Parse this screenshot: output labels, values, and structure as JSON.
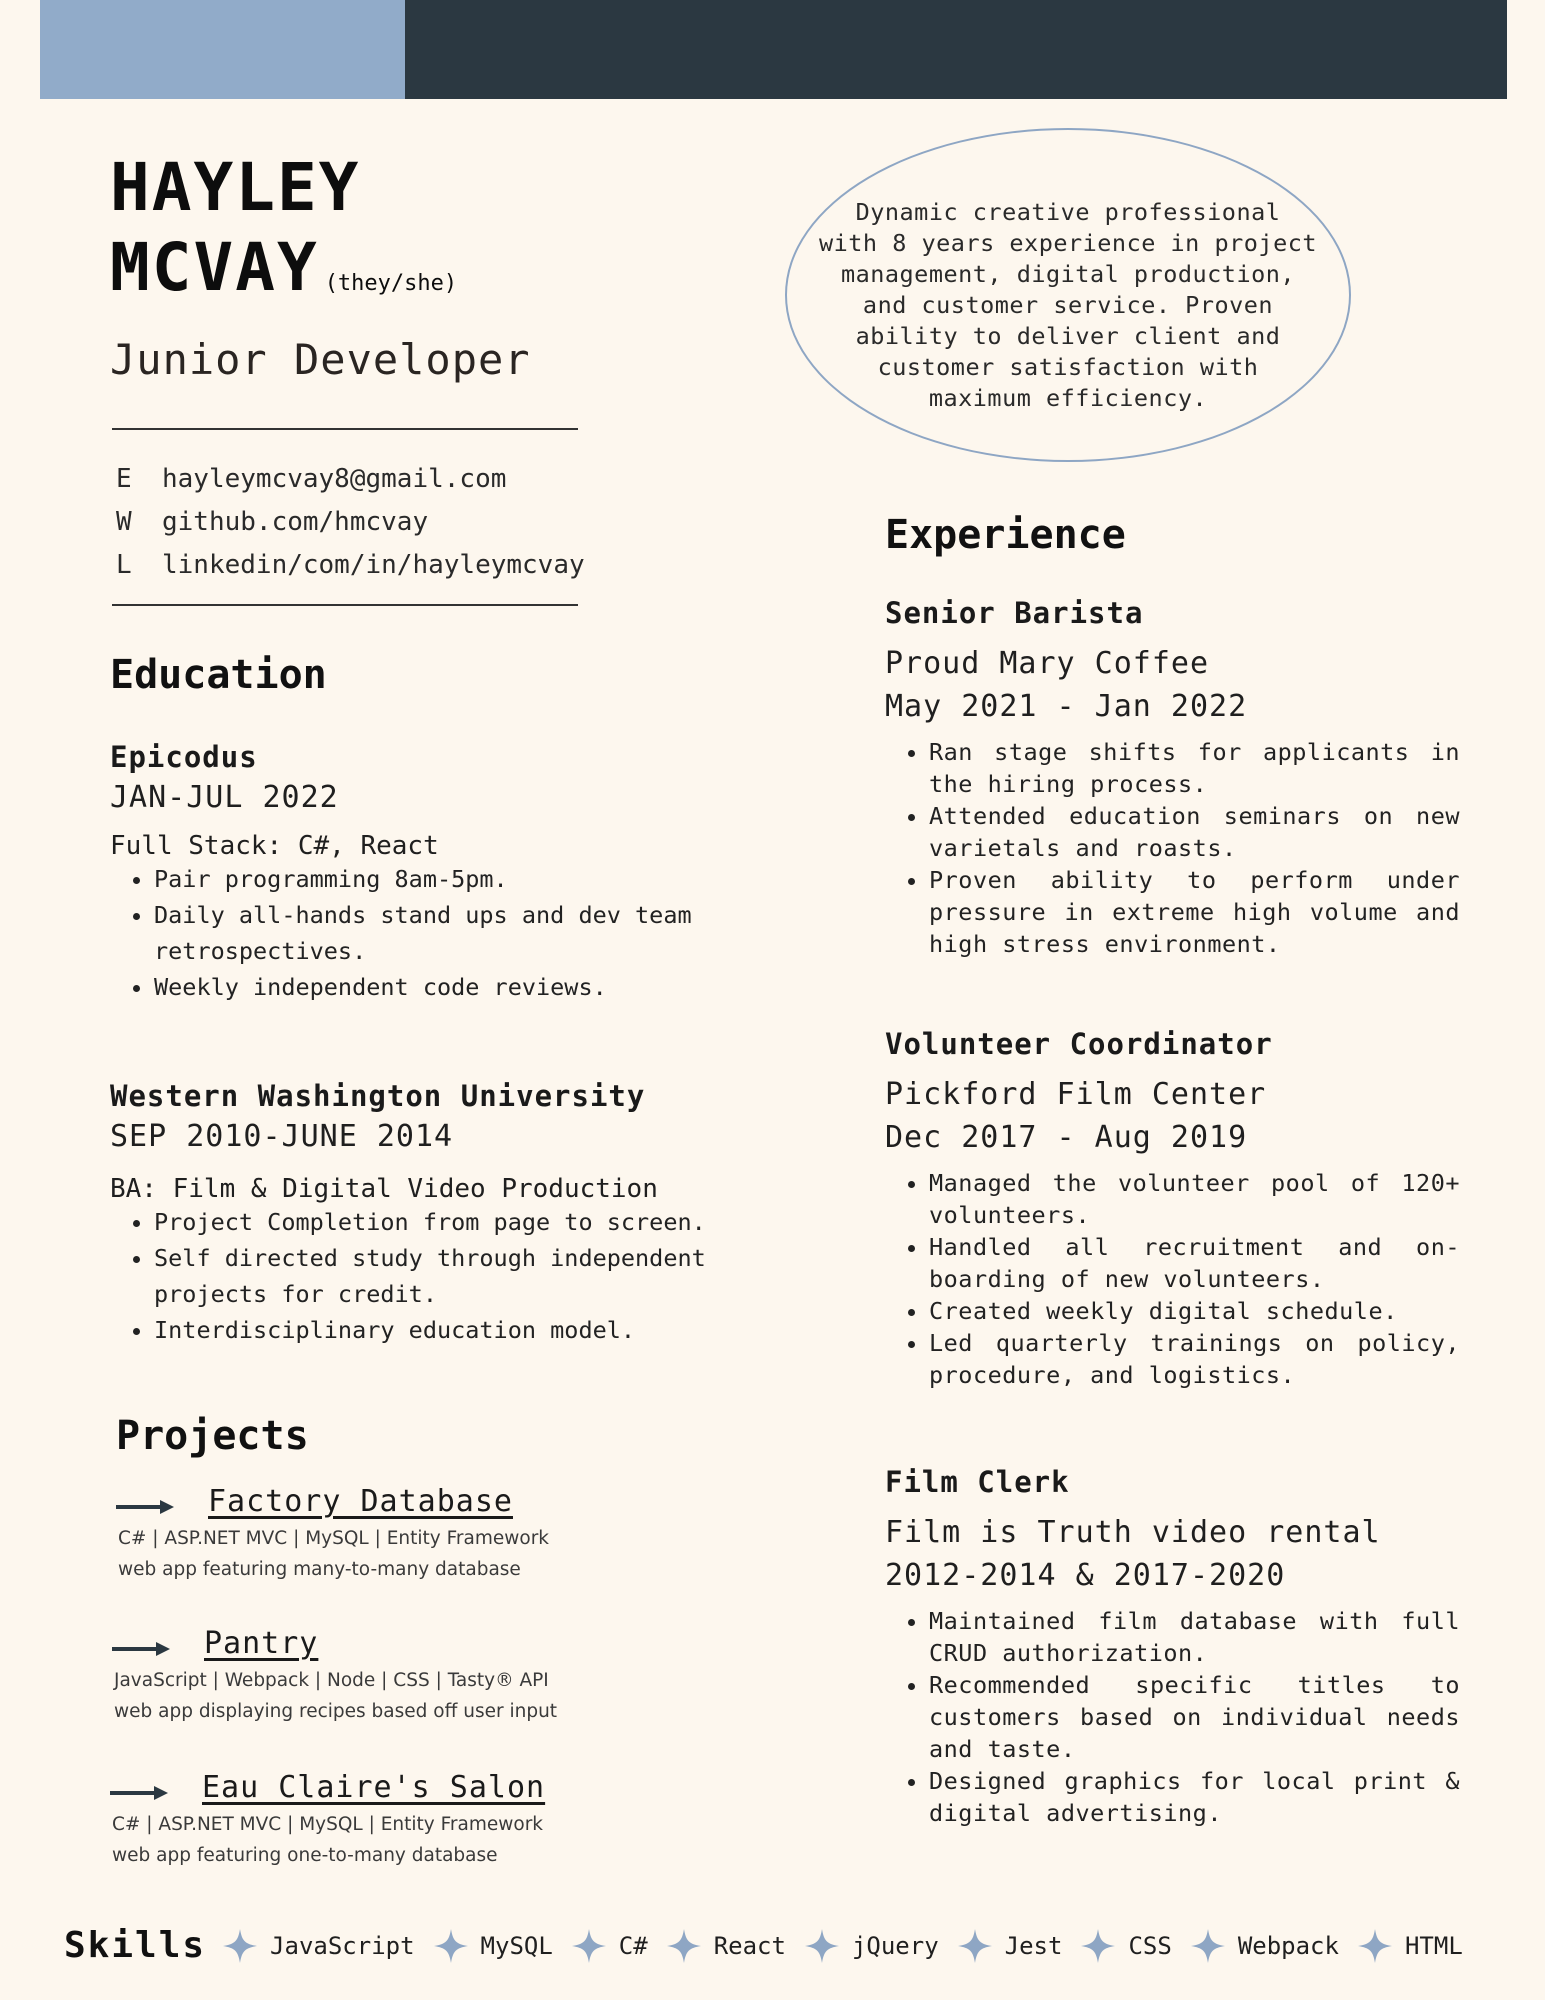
{
  "header": {
    "name_line1": "HAYLEY",
    "name_line2": "MCVAY",
    "pronouns": "(they/she)",
    "role": "Junior Developer"
  },
  "contact": [
    {
      "key": "E",
      "value": "hayleymcvay8@gmail.com"
    },
    {
      "key": "W",
      "value": "github.com/hmcvay"
    },
    {
      "key": "L",
      "value": "linkedin/com/in/hayleymcvay"
    }
  ],
  "summary": {
    "lines": [
      "Dynamic creative professional",
      "with 8 years experience in project",
      "management, digital production,",
      "and customer service. Proven",
      "ability to deliver client and",
      "customer satisfaction with",
      "maximum efficiency."
    ]
  },
  "education": {
    "heading": "Education",
    "items": [
      {
        "school": "Epicodus",
        "dates": "JAN-JUL 2022",
        "program": "Full Stack: C#, React",
        "bullets": [
          "Pair programming 8am-5pm.",
          "Daily all-hands stand ups and dev team retrospectives.",
          "Weekly independent code reviews."
        ]
      },
      {
        "school": "Western Washington University",
        "dates": "SEP 2010-JUNE 2014",
        "program": "BA: Film & Digital Video Production",
        "bullets": [
          "Project Completion from page to screen.",
          "Self directed study through independent projects for credit.",
          "Interdisciplinary education model."
        ]
      }
    ]
  },
  "projects": {
    "heading": "Projects",
    "items": [
      {
        "title": "Factory Database",
        "stack": "C# | ASP.NET MVC | MySQL | Entity Framework",
        "desc": "web app featuring many-to-many database"
      },
      {
        "title": "Pantry",
        "stack": "JavaScript | Webpack | Node | CSS | Tasty® API",
        "desc": "web app displaying recipes based off user input"
      },
      {
        "title": "Eau Claire's Salon",
        "stack": "C# | ASP.NET MVC | MySQL | Entity Framework",
        "desc": "web app featuring one-to-many database"
      }
    ]
  },
  "experience": {
    "heading": "Experience",
    "items": [
      {
        "title": "Senior Barista",
        "company": "Proud Mary Coffee",
        "dates": "May 2021 - Jan 2022",
        "bullets": [
          "Ran stage shifts for applicants in the hiring process.",
          "Attended education seminars on new varietals and roasts.",
          "Proven ability to perform under pressure in extreme high volume and high stress environment."
        ]
      },
      {
        "title": "Volunteer Coordinator",
        "company": "Pickford Film Center",
        "dates": "Dec 2017 - Aug 2019",
        "bullets": [
          "Managed the volunteer pool of 120+ volunteers.",
          "Handled all recruitment and on-boarding of new volunteers.",
          "Created weekly digital schedule.",
          "Led quarterly trainings on policy, procedure, and logistics."
        ]
      },
      {
        "title": "Film Clerk",
        "company": "Film is Truth video rental",
        "dates": "2012-2014 & 2017-2020",
        "bullets": [
          "Maintained film database with full CRUD authorization.",
          "Recommended specific titles to customers based on individual needs and taste.",
          "Designed graphics for local print & digital advertising."
        ]
      }
    ]
  },
  "skills": {
    "label": "Skills",
    "items": [
      "JavaScript",
      "MySQL",
      "C#",
      "React",
      "jQuery",
      "Jest",
      "CSS",
      "Webpack",
      "HTML"
    ]
  },
  "colors": {
    "background": "#fdf7ee",
    "accent_light": "#91abc9",
    "accent_dark": "#2b3841",
    "star": "#8ea6c4"
  },
  "icons": {
    "project_marker": "arrow-right-icon",
    "skill_separator": "four-point-star-icon"
  }
}
